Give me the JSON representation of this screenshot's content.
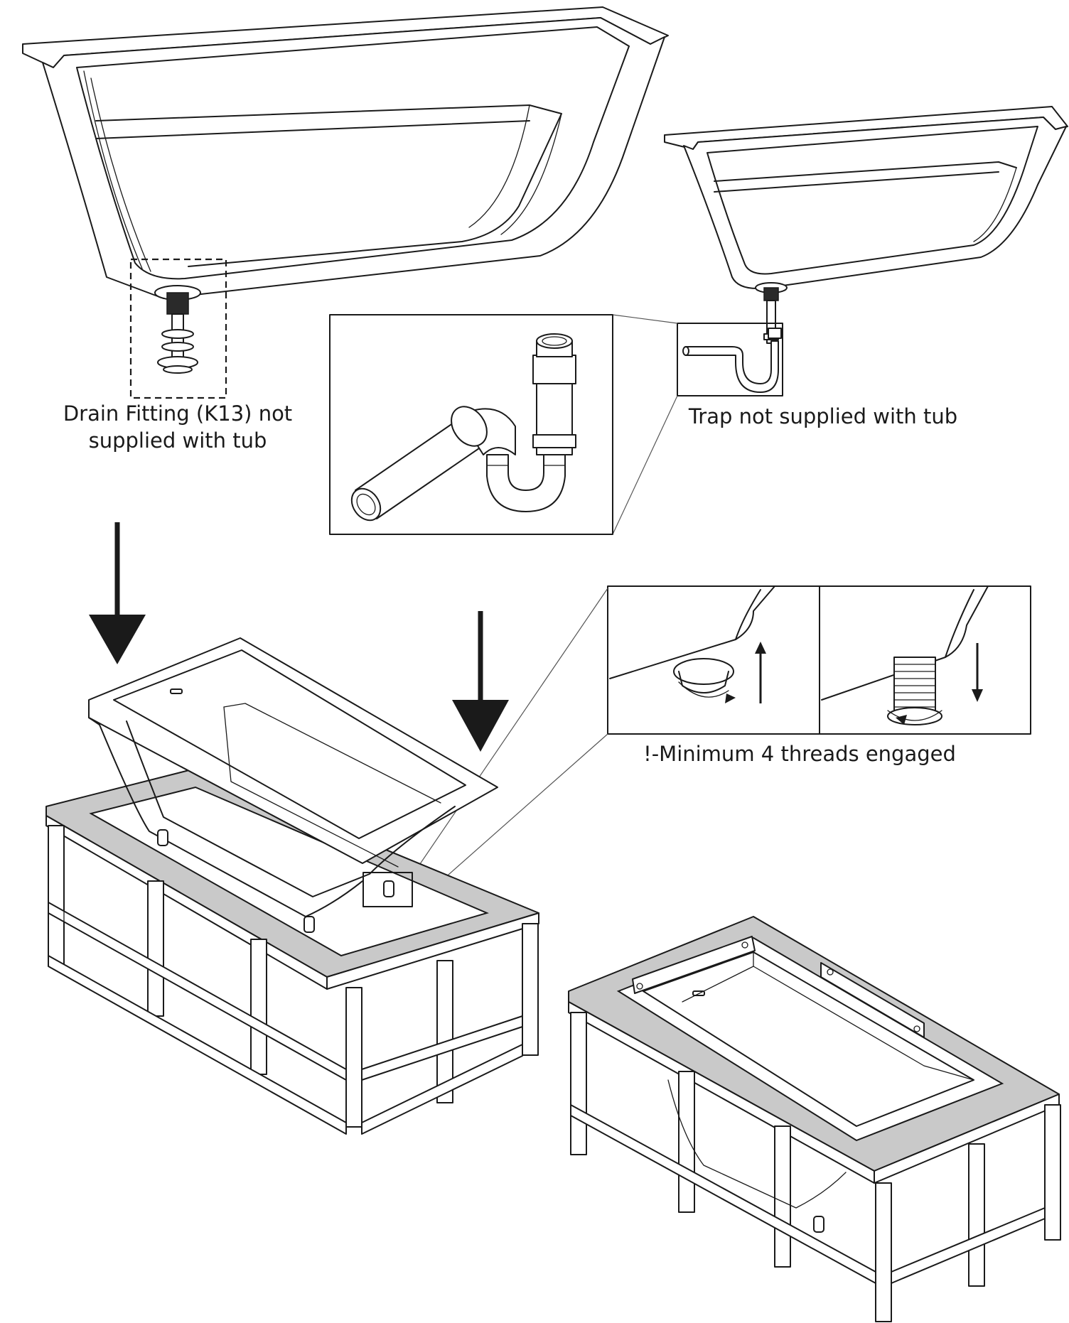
{
  "labels": {
    "drain_line1": "Drain Fitting (K13) not",
    "drain_line2": "supplied with tub",
    "trap": "Trap not supplied with tub",
    "threads": "!-Minimum 4 threads engaged"
  },
  "colors": {
    "line": "#1a1a1a",
    "deck": "#c9c9c9",
    "background": "#ffffff"
  },
  "icons": [
    "down-arrow-icon",
    "rotate-cw-icon",
    "rotate-ccw-icon",
    "up-arrow-icon"
  ]
}
